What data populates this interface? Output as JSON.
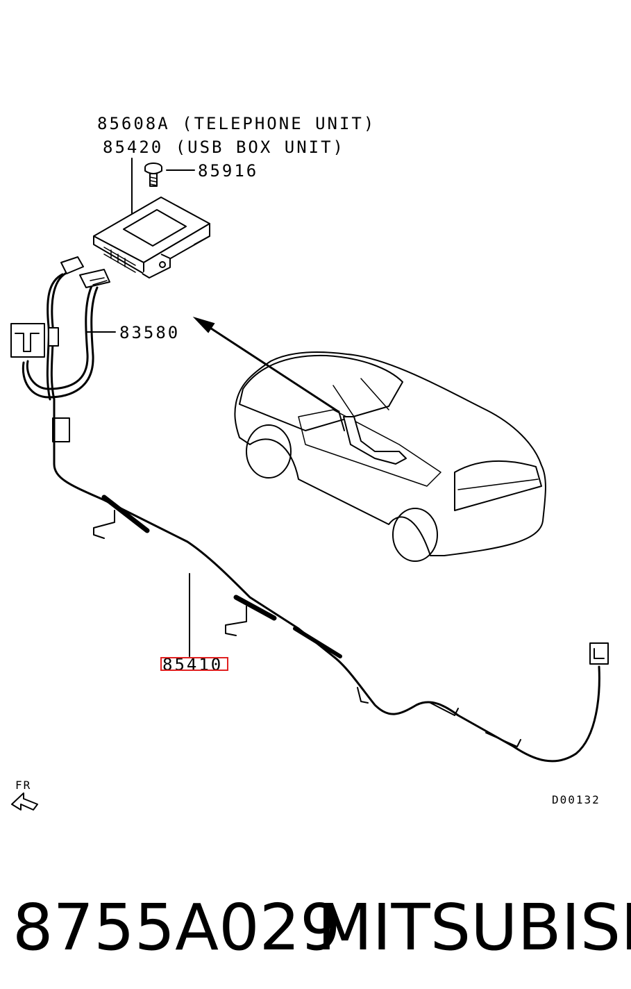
{
  "callouts": {
    "telephone_unit": "85608A (TELEPHONE UNIT)",
    "usb_box_unit": "85420 (USB BOX UNIT)",
    "screw": "85916",
    "cable": "83580",
    "harness": "85410"
  },
  "direction_label": "FR",
  "diagram_code": "D00132",
  "footer": {
    "part_number": "8755A029",
    "brand": "MITSUBISHI"
  },
  "colors": {
    "line": "#000000",
    "highlight": "#e02020",
    "background": "#ffffff"
  }
}
